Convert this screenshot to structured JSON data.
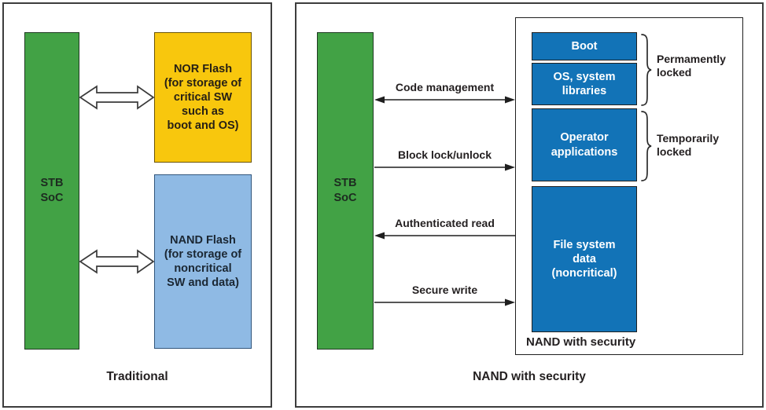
{
  "colors": {
    "soc_green": "#42a245",
    "nor_yellow": "#f8c70d",
    "nand_light_blue": "#8fbae4",
    "secure_dark_blue": "#1273b7",
    "text_dark": "#231f20",
    "text_on_blue": "#ffffff",
    "border_dark": "#3d3d3d"
  },
  "traditional": {
    "soc_label": "STB\nSoC",
    "nor_label": "NOR Flash\n(for storage of\ncritical SW\nsuch as\nboot and OS)",
    "nand_label": "NAND Flash\n(for storage of\nnoncritical\nSW and data)",
    "caption": "Traditional"
  },
  "secure": {
    "soc_label": "STB\nSoC",
    "arrows": [
      {
        "label": "Code management",
        "direction": "both"
      },
      {
        "label": "Block lock/unlock",
        "direction": "right"
      },
      {
        "label": "Authenticated read",
        "direction": "left"
      },
      {
        "label": "Secure write",
        "direction": "right"
      }
    ],
    "nand_box": {
      "sections": [
        "Boot",
        "OS, system\nlibraries",
        "Operator\napplications",
        "File system\ndata\n(noncritical)"
      ],
      "label": "NAND with security"
    },
    "locks": [
      {
        "label": "Permamently\nlocked"
      },
      {
        "label": "Temporarily\nlocked"
      }
    ],
    "caption": "NAND with security"
  }
}
